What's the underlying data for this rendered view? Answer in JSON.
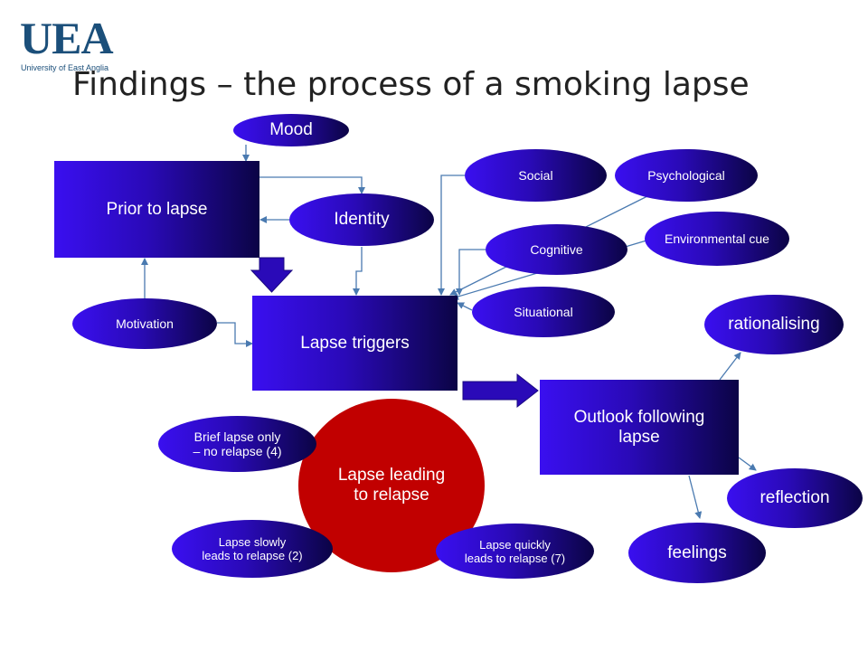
{
  "logo": {
    "mark": "UEA",
    "subtitle": "University of East Anglia"
  },
  "title": "Findings – the process of a smoking lapse",
  "nodes": {
    "mood": "Mood",
    "prior_to_lapse": "Prior to lapse",
    "identity": "Identity",
    "motivation": "Motivation",
    "lapse_triggers": "Lapse triggers",
    "social": "Social",
    "psychological": "Psychological",
    "cognitive": "Cognitive",
    "environmental_cue": "Environmental cue",
    "situational": "Situational",
    "rationalising": "rationalising",
    "outlook_following_lapse": "Outlook following\nlapse",
    "reflection": "reflection",
    "feelings": "feelings",
    "lapse_leading_to_relapse": "Lapse leading\nto relapse",
    "brief_lapse": "Brief lapse only\n– no relapse (4)",
    "lapse_slowly": "Lapse slowly\nleads to relapse (2)",
    "lapse_quickly": "Lapse quickly\nleads to relapse (7)"
  },
  "colors": {
    "node_blue": "#3a0ff0",
    "node_dark": "#0b0445",
    "relapse_red": "#c10000",
    "connector": "#4a7ab0",
    "logo": "#1b4f7a"
  }
}
